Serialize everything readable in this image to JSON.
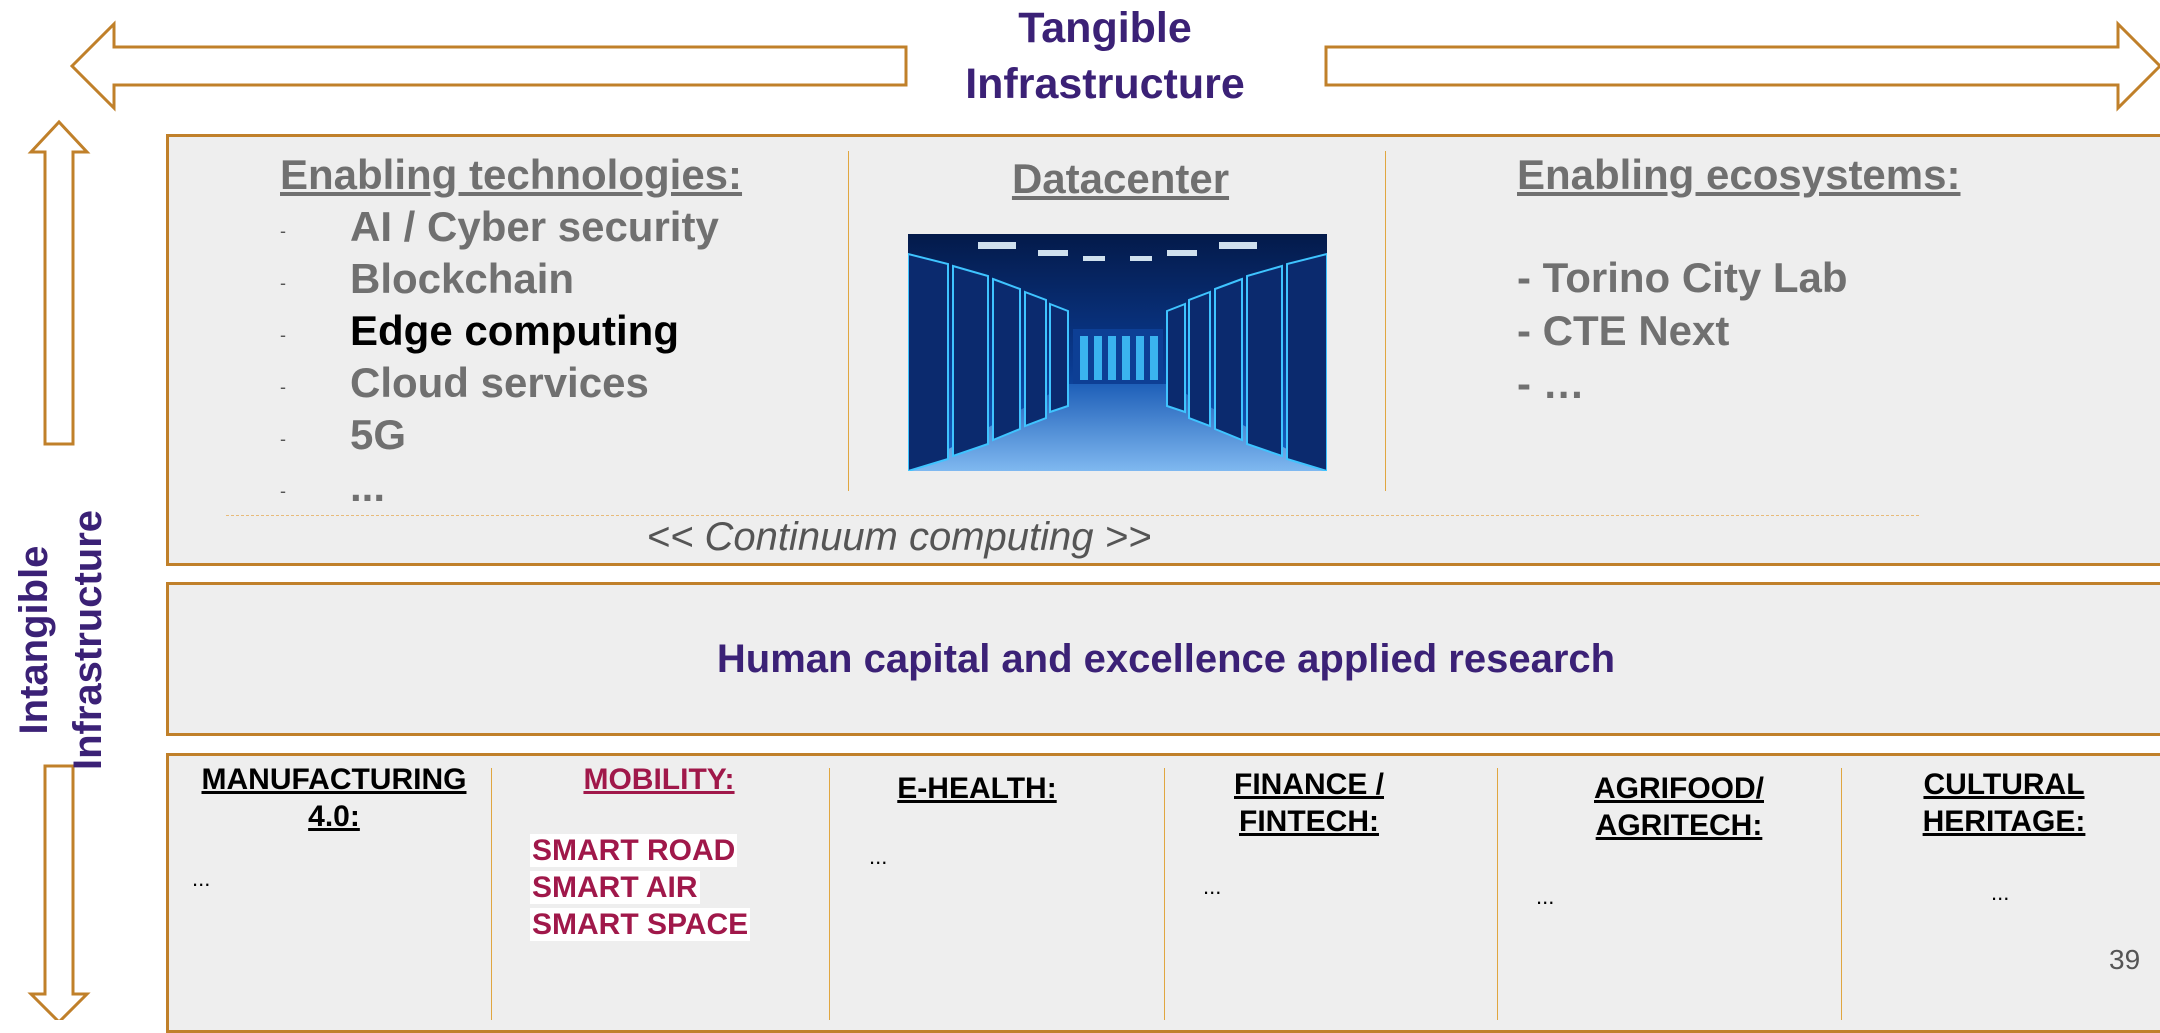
{
  "tangible_label": [
    "Tangible",
    "Infrastructure"
  ],
  "intangible_label": [
    "Intangible",
    "Infrastructure"
  ],
  "enabling_tech": {
    "title": "Enabling technologies:",
    "items": [
      {
        "dash": "-",
        "text": "AI / Cyber security"
      },
      {
        "dash": "-",
        "text": "Blockchain"
      },
      {
        "dash": "-",
        "text": "Edge computing"
      },
      {
        "dash": "-",
        "text": "Cloud services"
      },
      {
        "dash": "-",
        "text": "5G"
      },
      {
        "dash": "-",
        "text": "..."
      }
    ]
  },
  "datacenter": {
    "title": "Datacenter",
    "image": "datacenter-server-room-photo"
  },
  "enabling_eco": {
    "title": "Enabling ecosystems:",
    "items": [
      "- Torino City Lab",
      "- CTE Next",
      "- …"
    ]
  },
  "continuum": "<< Continuum computing >>",
  "human_capital": "Human capital and excellence applied research",
  "sectors": {
    "manufacturing": {
      "title": [
        "MANUFACTURING",
        "4.0:"
      ],
      "dots": "..."
    },
    "mobility": {
      "title": "MOBILITY:",
      "items": [
        "SMART ROAD",
        "SMART AIR",
        "SMART SPACE"
      ]
    },
    "ehealth": {
      "title": "E-HEALTH:",
      "dots": "..."
    },
    "finance": {
      "title": [
        "FINANCE /",
        "FINTECH:"
      ],
      "dots": "..."
    },
    "agrifood": {
      "title": [
        "AGRIFOOD/",
        "AGRITECH:"
      ],
      "dots": "..."
    },
    "cultural": {
      "title": [
        "CULTURAL",
        "HERITAGE:"
      ],
      "dots": "..."
    }
  },
  "page_number": "39",
  "colors": {
    "accent_purple": "#3b2176",
    "border_orange": "#c0802a",
    "mobility_red": "#a0184a",
    "panel_gray": "#eeeeee"
  }
}
